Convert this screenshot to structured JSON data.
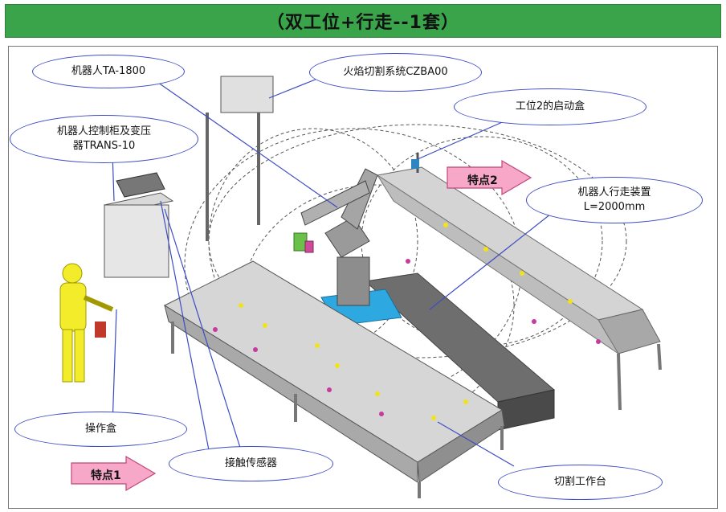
{
  "title": "（双工位+行走--1套）",
  "callouts": {
    "robot": "机器人TA-1800",
    "flame_cut": "火焰切割系统CZBA00",
    "start_box": "工位2的启动盒",
    "cabinet_line1": "机器人控制柜及变压",
    "cabinet_line2": "器TRANS-10",
    "track_line1": "机器人行走装置",
    "track_line2": "L=2000mm",
    "operator_box": "操作盒",
    "touch_sensor": "接触传感器",
    "cut_table": "切割工作台"
  },
  "features": {
    "feature1": "特点1",
    "feature2": "特点2"
  },
  "colors": {
    "title_bg": "#3aa44a",
    "callout_border": "#3d4cc4",
    "arrow_fill": "#f7a8c8",
    "operator": "#f2ec2a",
    "table_top": "#cfcfcf",
    "track": "#2ea8e0"
  }
}
